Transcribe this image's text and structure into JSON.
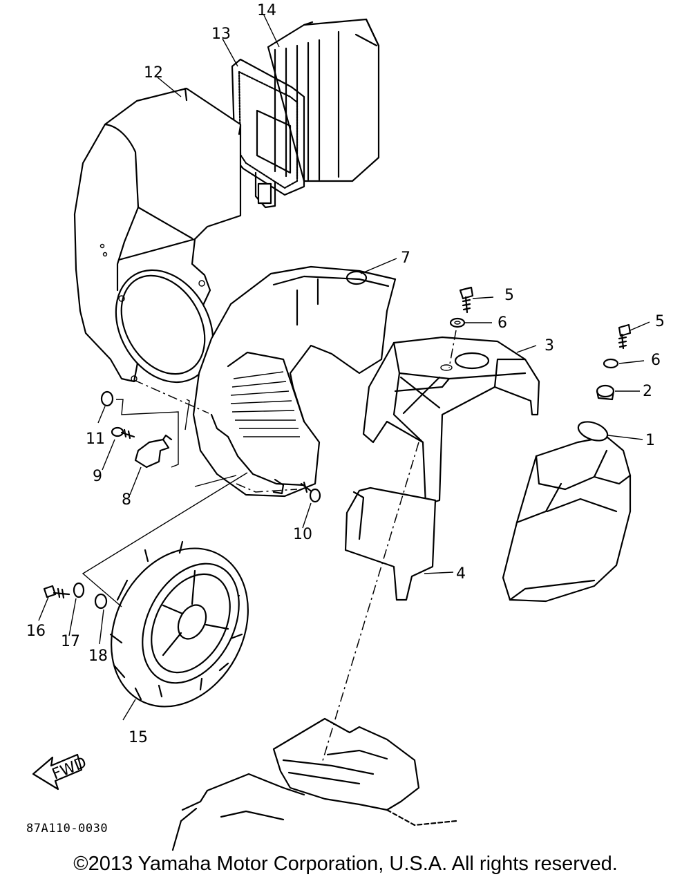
{
  "diagram": {
    "part_labels": [
      {
        "num": "1"
      },
      {
        "num": "2"
      },
      {
        "num": "3"
      },
      {
        "num": "4"
      },
      {
        "num": "5"
      },
      {
        "num": "5"
      },
      {
        "num": "6"
      },
      {
        "num": "6"
      },
      {
        "num": "7"
      },
      {
        "num": "8"
      },
      {
        "num": "9"
      },
      {
        "num": "10"
      },
      {
        "num": "11"
      },
      {
        "num": "12"
      },
      {
        "num": "13"
      },
      {
        "num": "14"
      },
      {
        "num": "15"
      },
      {
        "num": "16"
      },
      {
        "num": "17"
      },
      {
        "num": "18"
      }
    ],
    "fwd_label": "FWD",
    "drawing_code": "87A110-0030"
  },
  "footer": {
    "copyright": "©2013 Yamaha Motor Corporation, U.S.A. All rights reserved."
  }
}
